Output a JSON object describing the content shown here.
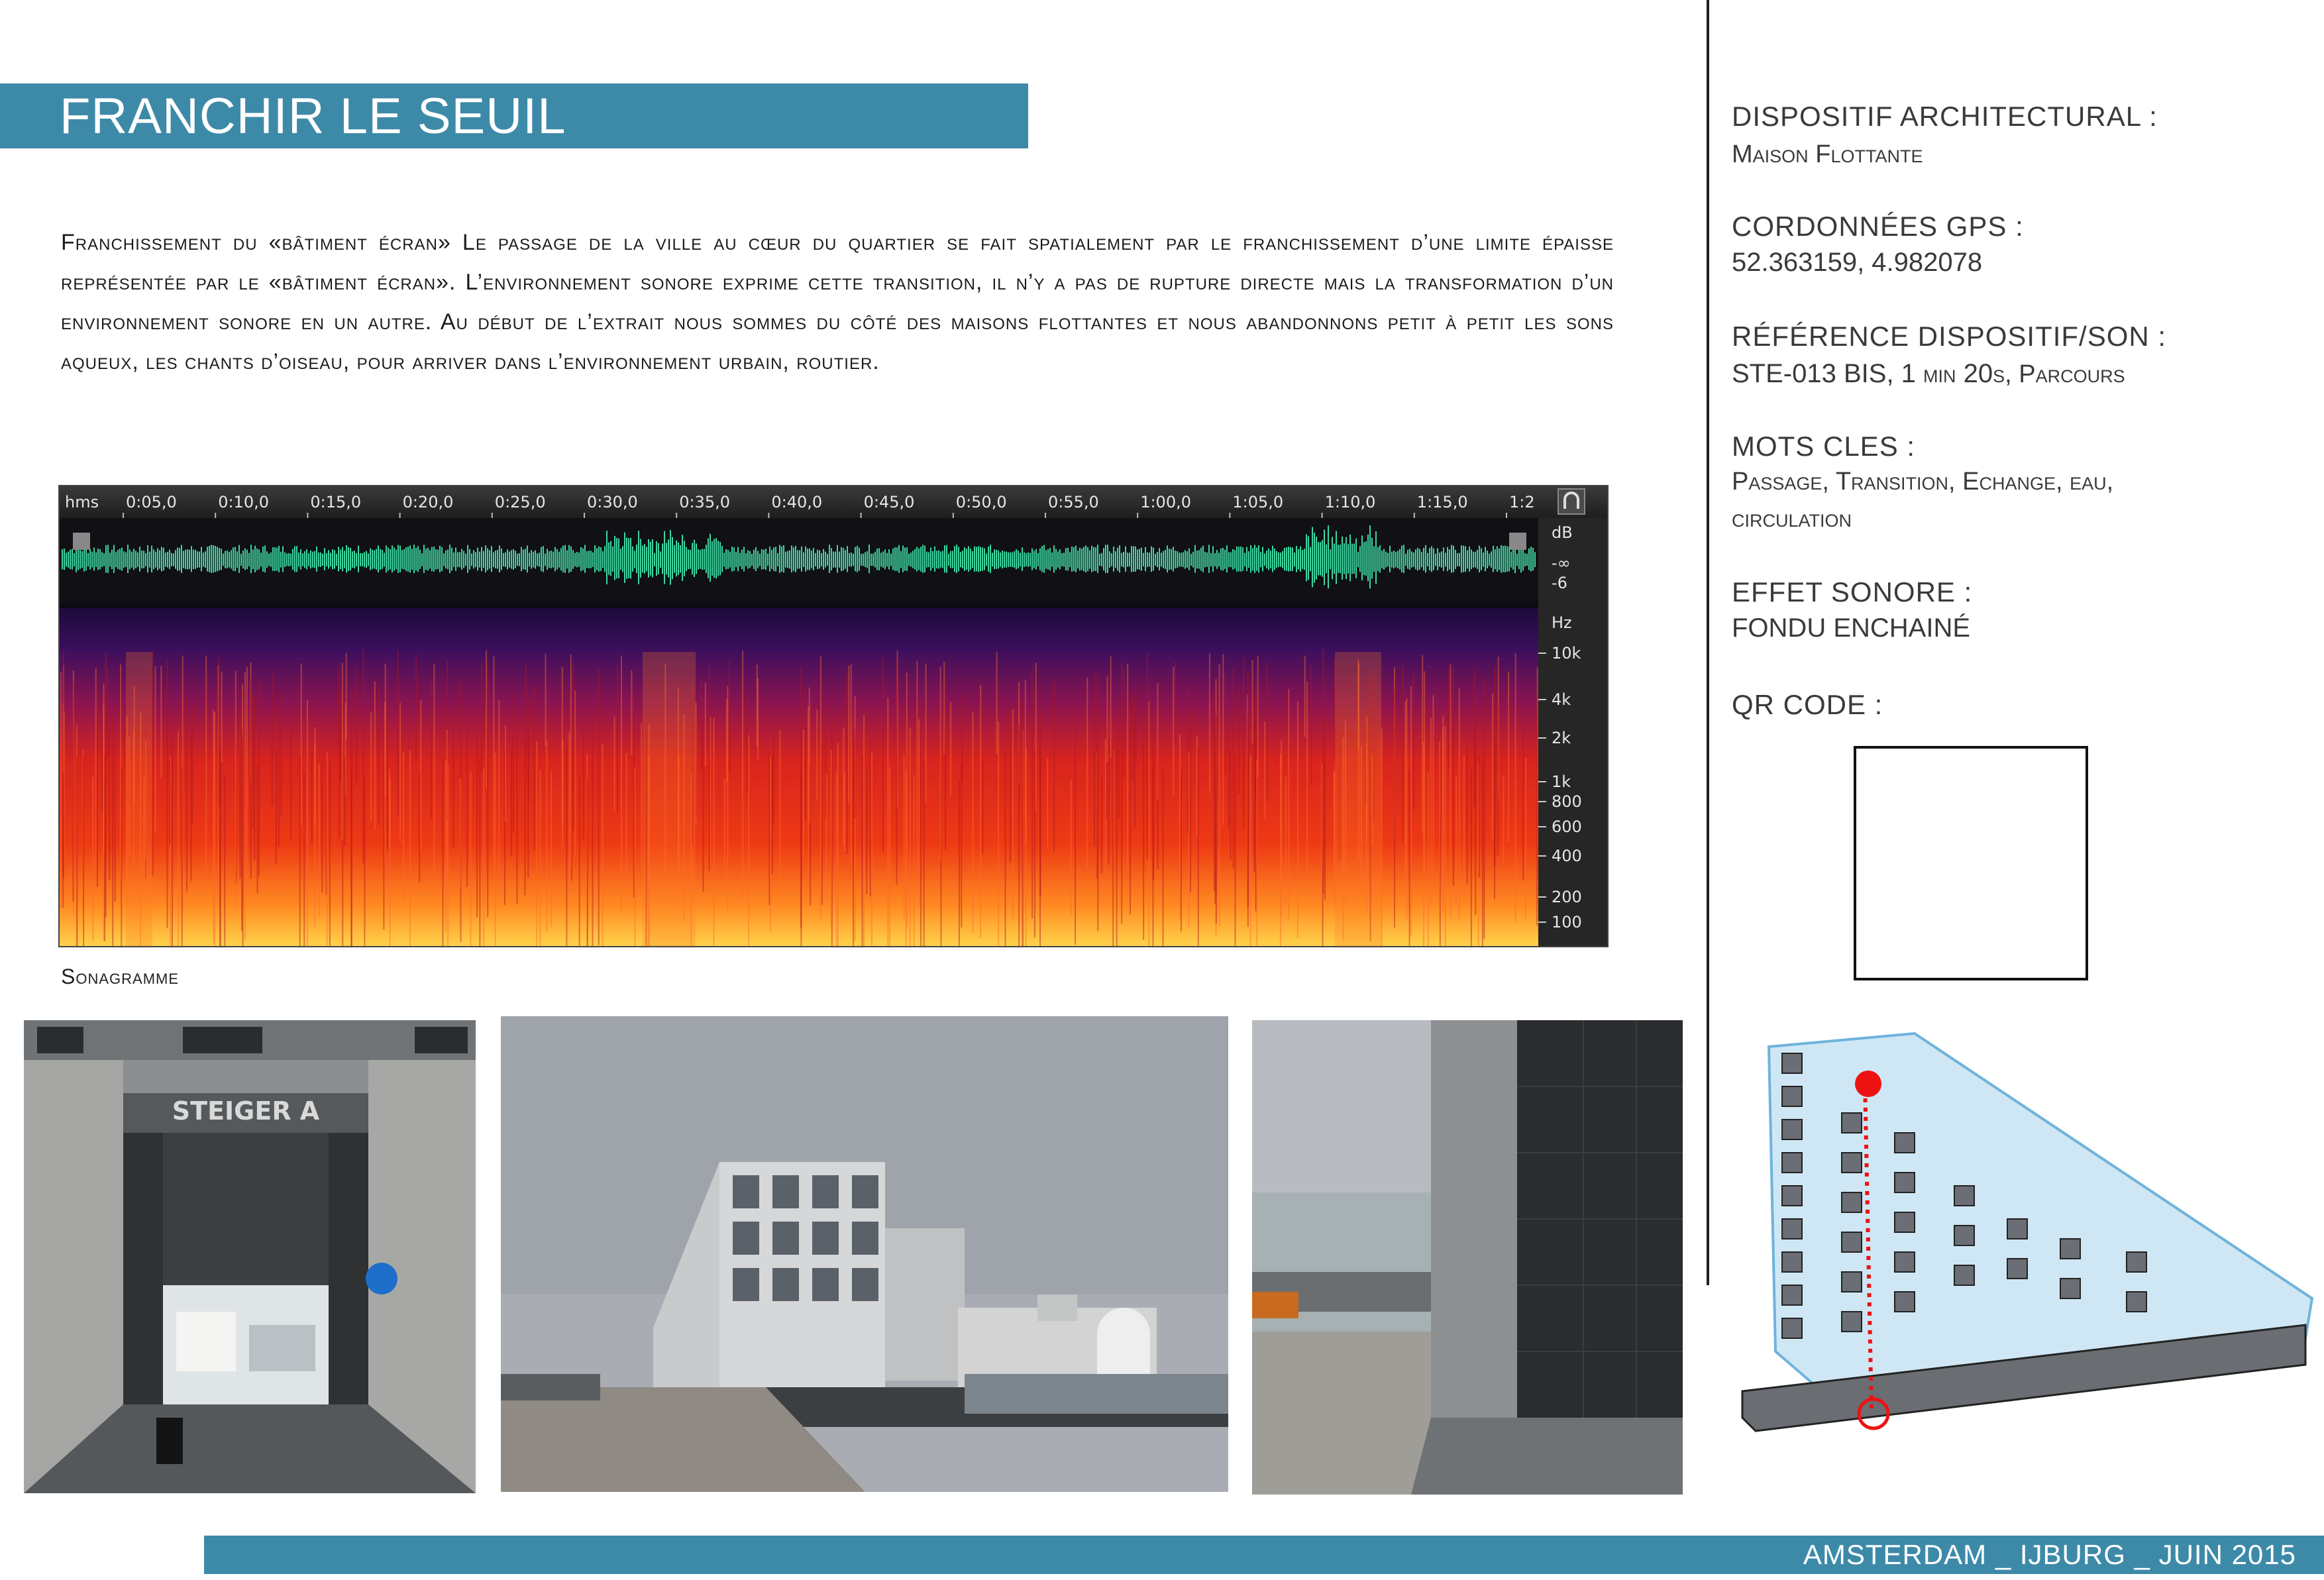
{
  "header": {
    "title": "FRANCHIR LE SEUIL"
  },
  "intro": {
    "text": "Franchissement du «bâtiment écran»  Le passage de la ville au cœur du quartier se fait spatialement par le franchissement d’une limite épaisse représentée par le «bâtiment écran». L’environnement sonore exprime cette transition, il n’y a pas de rupture directe mais la transformation d’un environnement sonore en un autre. Au début de l’extrait nous sommes du côté des maisons flottantes et nous abandonnons petit à petit les sons aqueux, les chants d’oiseau, pour arriver dans l’environnement urbain, routier."
  },
  "sonagram": {
    "caption": "Sonagramme",
    "time_unit": "hms",
    "time_ticks": [
      "0:05,0",
      "0:10,0",
      "0:15,0",
      "0:20,0",
      "0:25,0",
      "0:30,0",
      "0:35,0",
      "0:40,0",
      "0:45,0",
      "0:50,0",
      "0:55,0",
      "1:00,0",
      "1:05,0",
      "1:10,0",
      "1:15,0",
      "1:2"
    ],
    "db_unit": "dB",
    "db_ticks": [
      "-∞",
      "-6"
    ],
    "hz_unit": "Hz",
    "hz_ticks": [
      "10k",
      "4k",
      "2k",
      "1k",
      "800",
      "600",
      "400",
      "200",
      "100"
    ],
    "colors": {
      "waveform": "#3ed6a0",
      "hot": "#ffcf40",
      "mid": "#e8301a",
      "cold": "#2a0f55"
    }
  },
  "info": {
    "dispositif_label": "DISPOSITIF ARCHITECTURAL :",
    "dispositif_value": "Maison Flottante",
    "gps_label": "CORDONNÉES GPS :",
    "gps_value": "52.363159, 4.982078",
    "ref_label": "RÉFÉRENCE DISPOSITIF/SON :",
    "ref_value_a": "STE-013 BIS, 1 ",
    "ref_value_b": "min",
    "ref_value_c": " 20",
    "ref_value_d": "s",
    "ref_value_e": ", Parcours",
    "keywords_label": "MOTS CLES :",
    "keywords_line1": "Passage, Transition, Echange, eau,",
    "keywords_line2": "circulation",
    "effect_label": "EFFET SONORE :",
    "effect_value": "FONDU ENCHAINÉ",
    "qr_label": "QR CODE :"
  },
  "photos": {
    "building_sign": "STEIGER A"
  },
  "footer": {
    "text": "AMSTERDAM _ IJBURG _ JUIN 2015"
  }
}
